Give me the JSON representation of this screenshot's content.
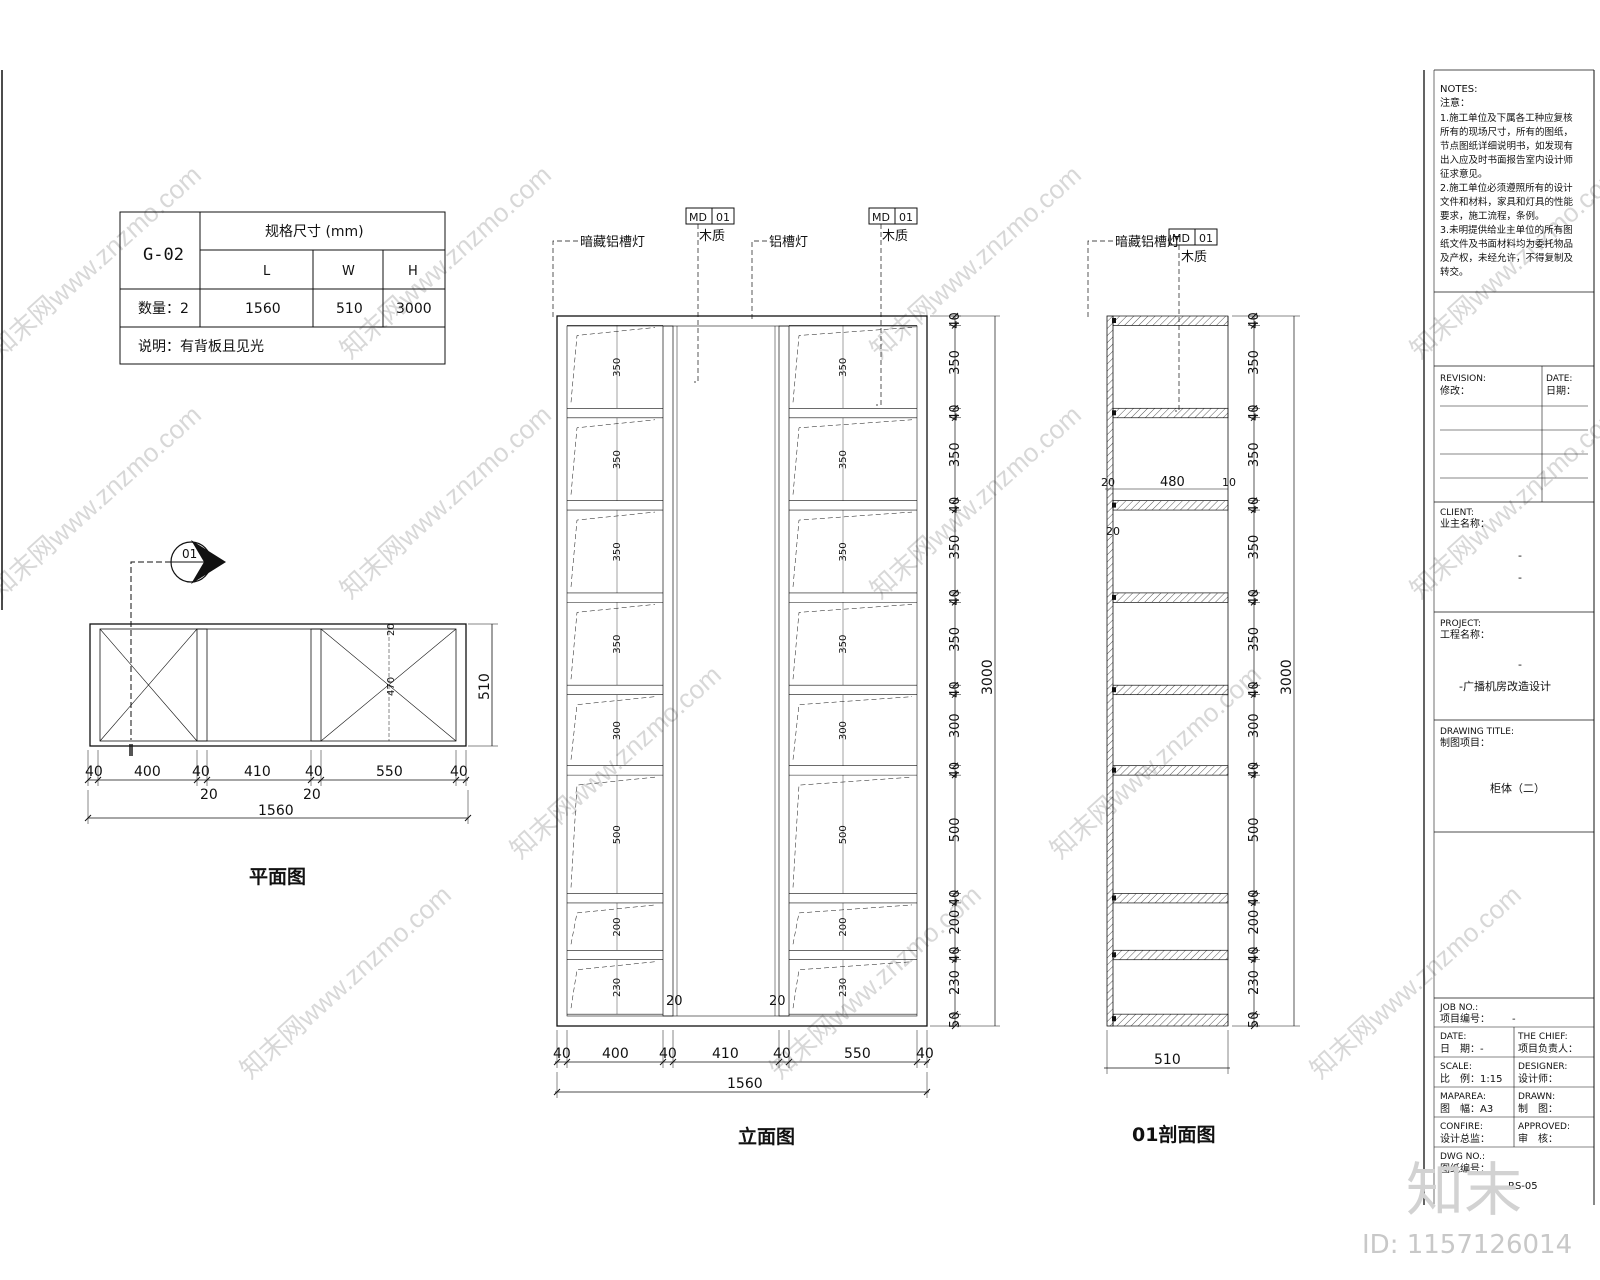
{
  "spec_table": {
    "code": "G-02",
    "size_header": "规格尺寸 (mm)",
    "col_l": "L",
    "col_w": "W",
    "col_h": "H",
    "qty_label": "数量：2",
    "val_l": "1560",
    "val_w": "510",
    "val_h": "3000",
    "note": "说明：有背板且见光"
  },
  "plan": {
    "title": "平面图",
    "section_marker": "01",
    "depth_dim": "510",
    "inner_dim_1": "20",
    "inner_dim_2": "470",
    "widths": [
      "40",
      "400",
      "40",
      "410",
      "40",
      "550",
      "40"
    ],
    "gaps": [
      "20",
      "20"
    ],
    "total": "1560"
  },
  "elevation": {
    "title": "立面图",
    "callout_light_hidden": "暗藏铝槽灯",
    "callout_light": "铝槽灯",
    "mat_code": "MD",
    "mat_num": "01",
    "mat_name": "木质",
    "heights_right": [
      "40",
      "350",
      "40",
      "350",
      "40",
      "350",
      "40",
      "350",
      "40",
      "300",
      "40",
      "500",
      "40",
      "200",
      "40",
      "230",
      "50"
    ],
    "shelf_labels": [
      "350",
      "350",
      "350",
      "350",
      "300",
      "500",
      "200",
      "230"
    ],
    "total_height": "3000",
    "mid_gap": "20",
    "widths": [
      "40",
      "400",
      "40",
      "410",
      "40",
      "550",
      "40"
    ],
    "total_width": "1560"
  },
  "section": {
    "title": "01剖面图",
    "callout_light_hidden": "暗藏铝槽灯",
    "mat_code": "MD",
    "mat_num": "01",
    "mat_name": "木质",
    "depth_inner": "480",
    "left_off": "20",
    "right_off": "10",
    "small_off": "20",
    "heights_right": [
      "40",
      "350",
      "40",
      "350",
      "40",
      "350",
      "40",
      "350",
      "40",
      "300",
      "40",
      "500",
      "40",
      "200",
      "40",
      "230",
      "50"
    ],
    "total_height": "3000",
    "depth": "510"
  },
  "title_block": {
    "notes_label": "NOTES:",
    "notes_cn": "注意：",
    "notes": [
      "1.施工单位及下属各工种应复核",
      "所有的现场尺寸，所有的图纸，",
      "节点图纸详细说明书，如发现有",
      "出入应及时书面报告室内设计师",
      "征求意见。",
      "2.施工单位必须遵照所有的设计",
      "文件和材料，家具和灯具的性能",
      "要求，施工流程，条例。",
      "3.未明提供给业主单位的所有图",
      "纸文件及书面材料均为委托物品",
      "及产权，未经允许，不得复制及",
      "转交。"
    ],
    "revision_label": "REVISION:",
    "revision_cn": "修改：",
    "date_label": "DATE:",
    "date_cn": "日期：",
    "client_label": "CLIENT:",
    "client_cn": "业主名称：",
    "client_val1": "-",
    "client_val2": "-",
    "project_label": "PROJECT:",
    "project_cn": "工程名称：",
    "project_val1": "-",
    "project_val2": "-广播机房改造设计",
    "drawing_label": "DRAWING TITLE:",
    "drawing_cn": "制图项目：",
    "drawing_val": "柜体（二）",
    "job_label": "JOB NO.:",
    "job_cn": "项目编号：",
    "job_val": "-",
    "date2_label": "DATE:",
    "date2_cn": "日　期：-",
    "chief_label": "THE CHIEF:",
    "chief_cn": "项目负责人：",
    "scale_label": "SCALE:",
    "scale_cn": "比　例：1:15",
    "designer_label": "DESIGNER:",
    "designer_cn": "设计师：",
    "mapsize_label": "MAPAREA:",
    "mapsize_cn": "图　幅：A3",
    "drawn_label": "DRAWN:",
    "drawn_cn": "制　图：",
    "confirm_label": "CONFIRE:",
    "confirm_cn": "设计总监：",
    "approved_label": "APPROVED:",
    "approved_cn": "审　核：",
    "dwg_label": "DWG NO.:",
    "dwg_cn": "图纸编号：",
    "dwg_val": "RS-05"
  },
  "brand": {
    "logo": "知末",
    "id": "ID: 1157126014",
    "watermark": "知末网www.znzmo.com"
  }
}
